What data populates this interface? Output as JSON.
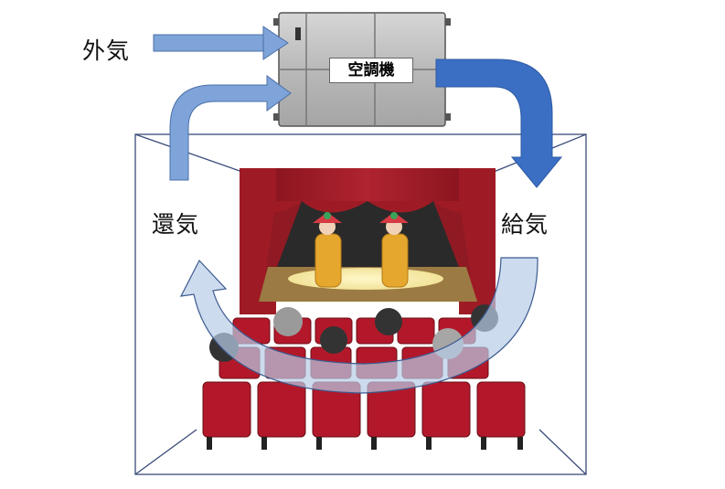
{
  "labels": {
    "outside_air": "外気",
    "return_air": "還気",
    "supply_air": "給気",
    "air_conditioner": "空調機"
  },
  "colors": {
    "arrow_light_blue": "#7fa4d9",
    "arrow_dark_blue": "#3b6fc4",
    "curtain_red": "#9e1b25",
    "stage_floor": "#9b7a43",
    "seat_red": "#b3182a",
    "ac_unit_gray": "#b3b3b3"
  },
  "icons": [
    "air-conditioner-unit",
    "theater-stage",
    "dancer",
    "audience-seat"
  ]
}
